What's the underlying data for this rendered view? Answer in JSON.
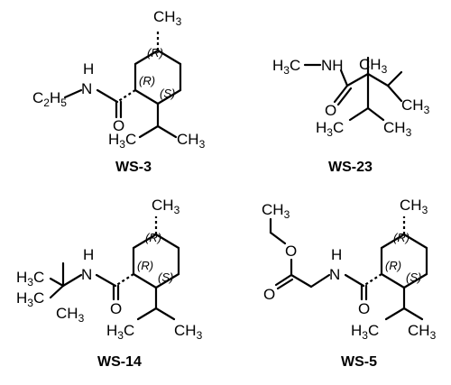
{
  "molecules": [
    {
      "caption": "WS-3",
      "atoms": {
        "ch3_top": "CH",
        "ch3_top_sub": "3",
        "nh": "H",
        "n": "N",
        "c2h5_c": "C",
        "c2h5_2": "2",
        "c2h5_h": "H",
        "c2h5_5": "5",
        "o": "O",
        "h3c": "H",
        "h3c_3": "3",
        "h3c_c": "C",
        "ch3_right": "CH",
        "ch3_right_sub": "3"
      },
      "stereo": [
        "(R)",
        "(R)",
        "(S)"
      ]
    },
    {
      "caption": "WS-23",
      "atoms": {
        "h3c": "H",
        "h3c_3": "3",
        "h3c_c": "C",
        "nh": "NH",
        "ch3_mid": "CH",
        "ch3_mid_sub": "3",
        "o": "O",
        "ch3_right": "CH",
        "ch3_right_sub": "3",
        "h3c_bot": "H",
        "h3c_bot_3": "3",
        "h3c_bot_c": "C",
        "ch3_bot": "CH",
        "ch3_bot_sub": "3"
      }
    },
    {
      "caption": "WS-14",
      "atoms": {
        "ch3_top": "CH",
        "ch3_top_sub": "3",
        "h3c_1": "H",
        "h3c_1_3": "3",
        "h3c_1_c": "C",
        "h3c_2": "H",
        "h3c_2_3": "3",
        "h3c_2_c": "C",
        "nh_h": "H",
        "n": "N",
        "ch3_left": "CH",
        "ch3_left_sub": "3",
        "o": "O",
        "h3c": "H",
        "h3c_3": "3",
        "h3c_c": "C",
        "ch3_right": "CH",
        "ch3_right_sub": "3"
      },
      "stereo": [
        "(R)",
        "(R)",
        "(S)"
      ]
    },
    {
      "caption": "WS-5",
      "atoms": {
        "ch3_eth": "CH",
        "ch3_eth_sub": "3",
        "o_eth": "O",
        "o_carb": "O",
        "nh_h": "H",
        "n": "N",
        "ch3_top": "CH",
        "ch3_top_sub": "3",
        "o_amide": "O",
        "h3c": "H",
        "h3c_3": "3",
        "h3c_c": "C",
        "ch3_right": "CH",
        "ch3_right_sub": "3"
      },
      "stereo": [
        "(R)",
        "(R)",
        "(S)"
      ]
    }
  ]
}
